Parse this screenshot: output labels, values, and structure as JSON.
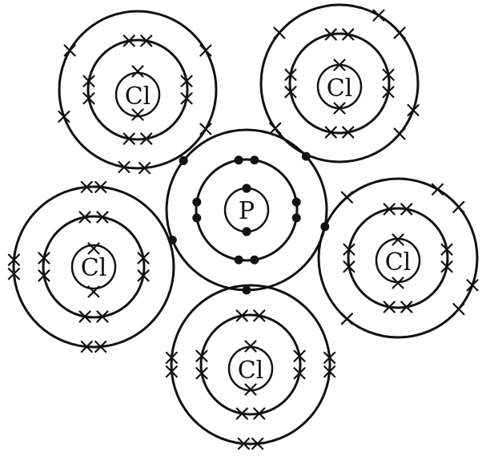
{
  "atoms": [
    {
      "id": "p",
      "symbol": "P",
      "electron_marker": "dot",
      "shells": [
        2,
        8,
        5
      ]
    },
    {
      "id": "cl-top-left",
      "symbol": "Cl",
      "electron_marker": "cross",
      "shells": [
        2,
        8,
        7
      ]
    },
    {
      "id": "cl-top-right",
      "symbol": "Cl",
      "electron_marker": "cross",
      "shells": [
        2,
        8,
        7
      ]
    },
    {
      "id": "cl-left",
      "symbol": "Cl",
      "electron_marker": "cross",
      "shells": [
        2,
        8,
        7
      ]
    },
    {
      "id": "cl-right",
      "symbol": "Cl",
      "electron_marker": "cross",
      "shells": [
        2,
        8,
        7
      ]
    },
    {
      "id": "cl-bottom",
      "symbol": "Cl",
      "electron_marker": "cross",
      "shells": [
        2,
        8,
        7
      ]
    }
  ],
  "colors": {
    "ink": "#111111",
    "background": "#ffffff"
  }
}
